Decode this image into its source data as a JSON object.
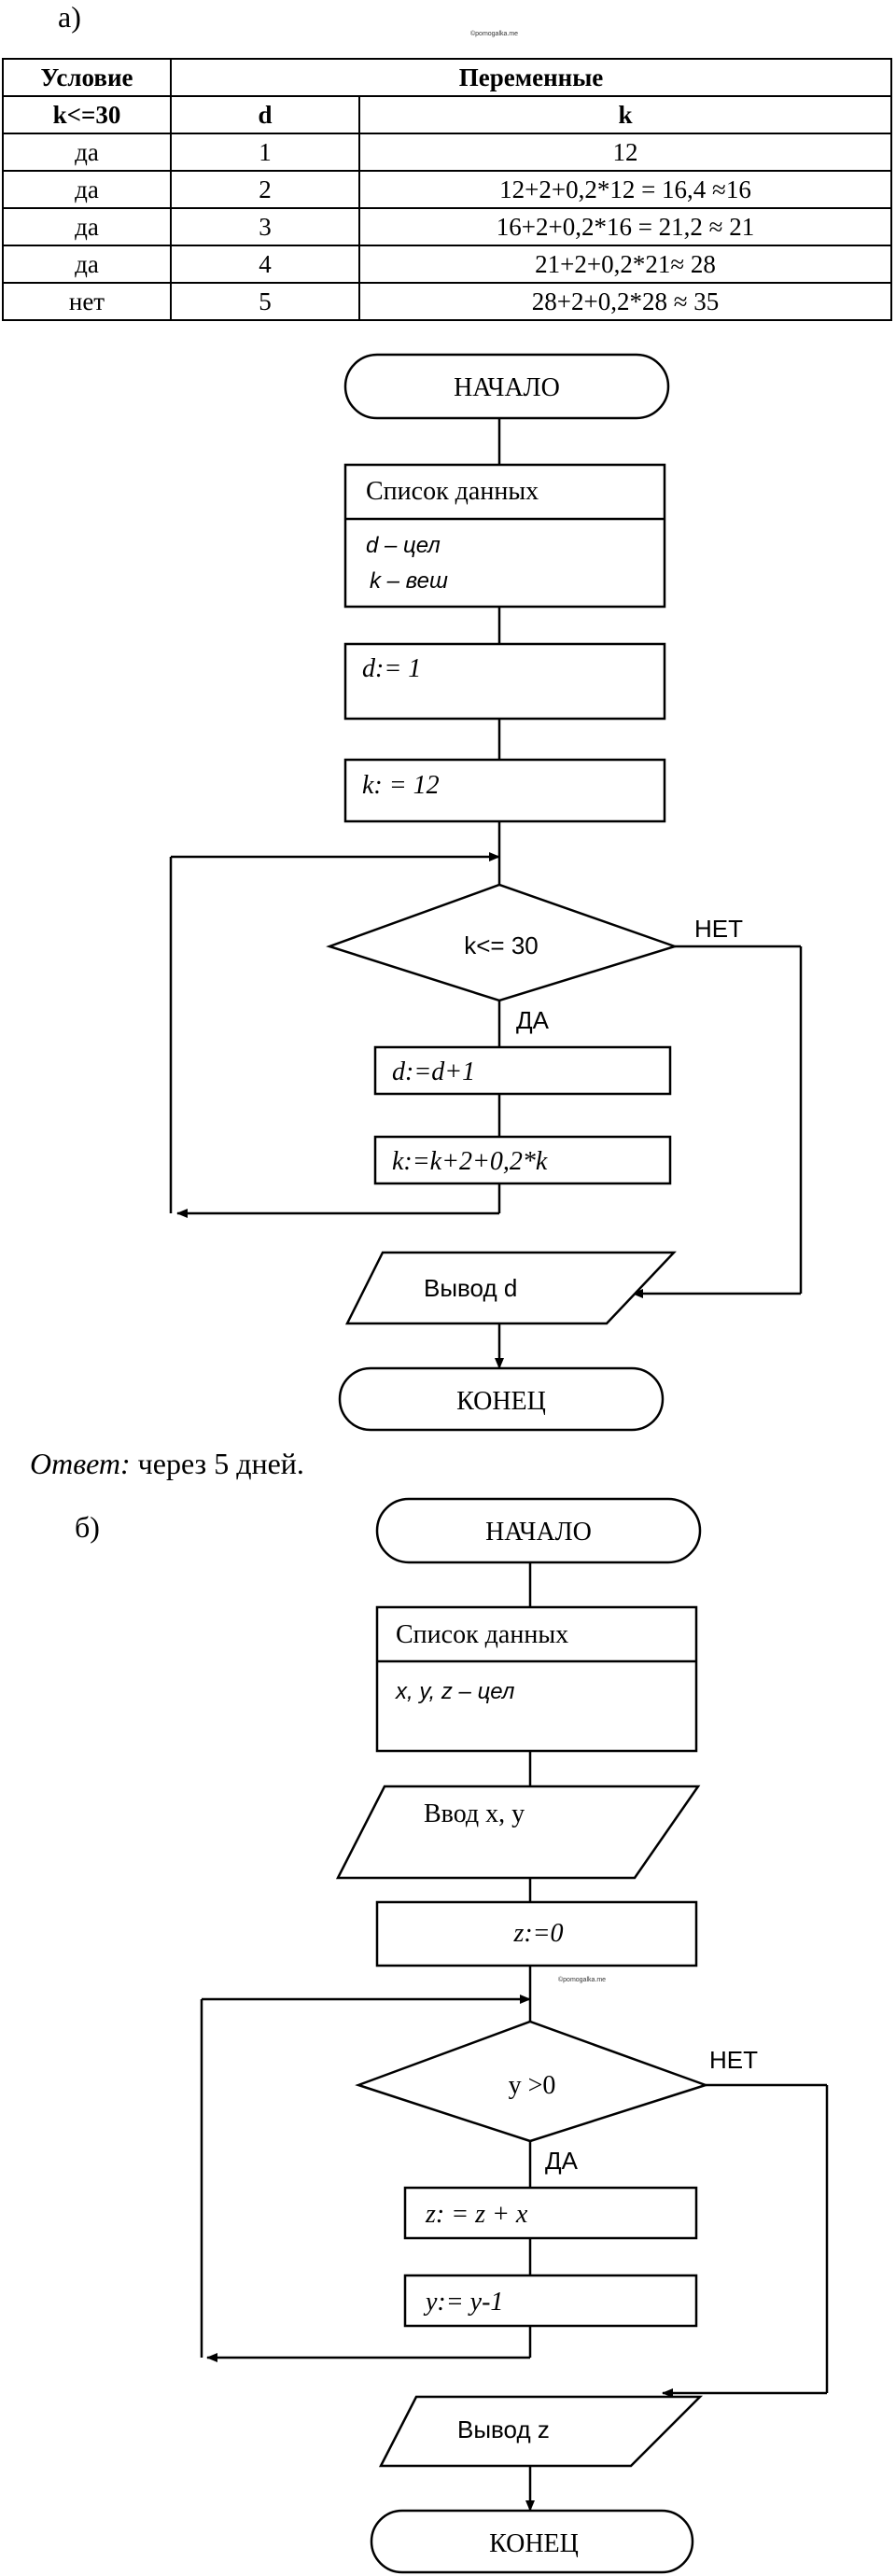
{
  "part_a": {
    "label": "а)",
    "watermark": "©pomogalka.me",
    "table": {
      "header_condition": "Условие",
      "header_variables": "Переменные",
      "col_condition": "k<=30",
      "col_d": "d",
      "col_k": "k",
      "rows": [
        {
          "cond": "да",
          "d": "1",
          "k": "12"
        },
        {
          "cond": "да",
          "d": "2",
          "k": "12+2+0,2*12 = 16,4 ≈16"
        },
        {
          "cond": "да",
          "d": "3",
          "k": "16+2+0,2*16 = 21,2 ≈ 21"
        },
        {
          "cond": "да",
          "d": "4",
          "k": "21+2+0,2*21≈ 28"
        },
        {
          "cond": "нет",
          "d": "5",
          "k": "28+2+0,2*28 ≈ 35"
        }
      ]
    },
    "flow": {
      "start": "НАЧАЛО",
      "data_title": "Список данных",
      "data_line1": "d – цел",
      "data_line2": "k – веш",
      "assign_d": "d:= 1",
      "assign_k": "k: = 12",
      "condition": "k<= 30",
      "no_label": "НЕТ",
      "yes_label": "ДА",
      "body1": "d:=d+1",
      "body2": "k:=k+2+0,2*k",
      "output": "Вывод d",
      "end": "КОНЕЦ"
    },
    "answer_prefix": "Ответ:",
    "answer_text": " через 5 дней."
  },
  "part_b": {
    "label": "б)",
    "watermark": "©pomogalka.me",
    "flow": {
      "start": "НАЧАЛО",
      "data_title": "Список данных",
      "data_line1": "x, y, z – цел",
      "input": "Ввод x, y",
      "assign_z": "z:=0",
      "condition": "y >0",
      "no_label": "НЕТ",
      "yes_label": "ДА",
      "body1": "z: = z + x",
      "body2": "y:= y-1",
      "output": "Вывод z",
      "end": "КОНЕЦ"
    }
  }
}
